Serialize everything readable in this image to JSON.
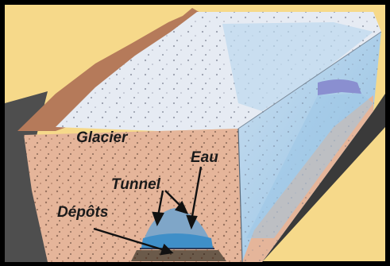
{
  "labels": {
    "glacier": "Glacier",
    "eau": "Eau",
    "tunnel": "Tunnel",
    "depots": "Dépôts"
  },
  "colors": {
    "frame": "#000000",
    "sky": "#f6d98a",
    "rock": "#5a5a5a",
    "ice_top": "#e9eef5",
    "ice_blue": "#a9cde8",
    "ice_tan": "#e6b79a",
    "water": "#4fa6d6",
    "deposits": "#6b5a4a"
  }
}
